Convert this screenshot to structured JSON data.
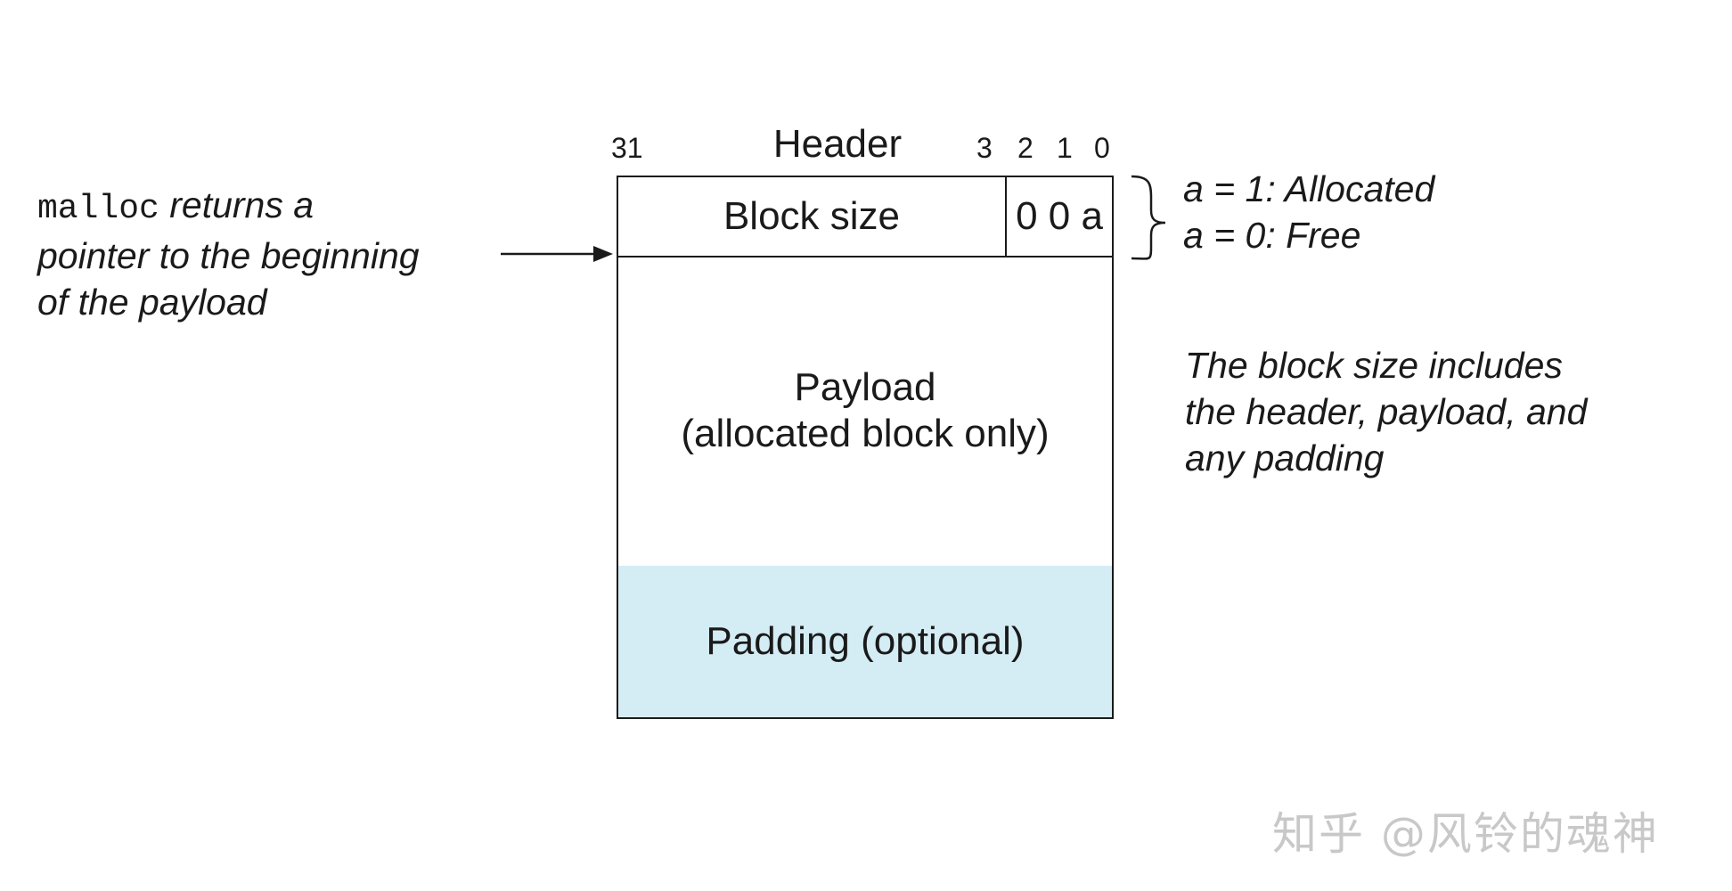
{
  "header": {
    "title": "Header",
    "bit_labels": [
      "31",
      "3",
      "2",
      "1",
      "0"
    ]
  },
  "block": {
    "size_label": "Block size",
    "bits_label": "0 0 a",
    "payload_line1": "Payload",
    "payload_line2": "(allocated block only)",
    "padding_label": "Padding (optional)",
    "padding_color": "#d4ecf3"
  },
  "annotations": {
    "malloc_code": "malloc",
    "malloc_line1_rest": "returns a",
    "malloc_line2": "pointer to the beginning",
    "malloc_line3": "of the payload",
    "alloc_line1": "a = 1: Allocated",
    "alloc_line2": "a = 0: Free",
    "size_line1": "The block size includes",
    "size_line2": "the header, payload, and",
    "size_line3": "any padding"
  },
  "watermark": "知乎 @风铃的魂神"
}
